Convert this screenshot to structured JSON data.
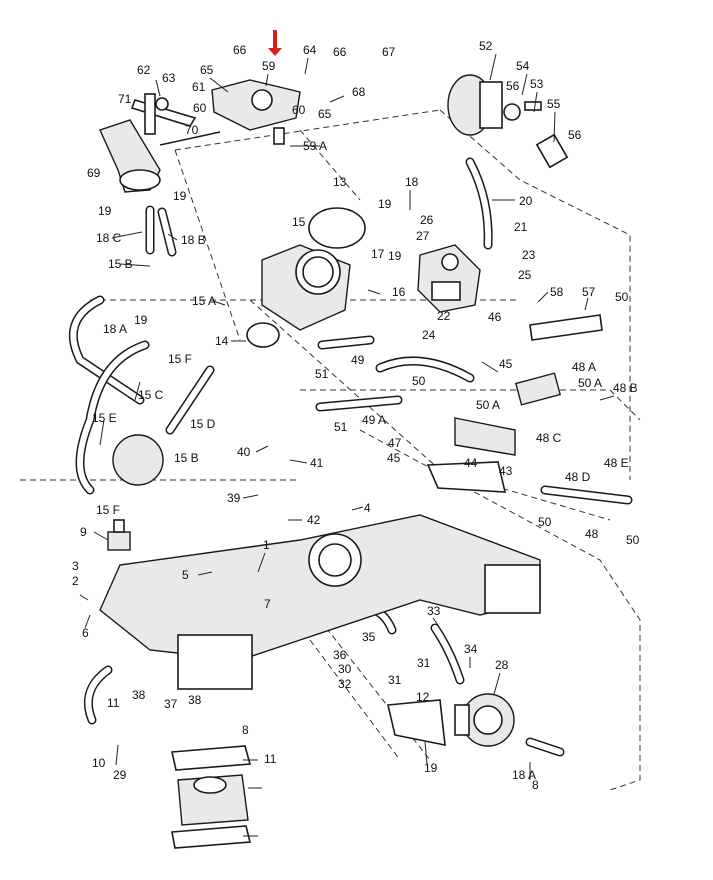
{
  "diagram": {
    "highlight_color": "#d61f1f",
    "line_color": "#1a1a1a",
    "callouts": [
      "62",
      "63",
      "65",
      "66",
      "59",
      "64",
      "66",
      "67",
      "52",
      "54",
      "53",
      "56",
      "55",
      "56",
      "71",
      "61",
      "60",
      "60",
      "70",
      "65",
      "68",
      "59 A",
      "69",
      "19",
      "19",
      "13",
      "18",
      "20",
      "19",
      "26",
      "27",
      "21",
      "19",
      "23",
      "25",
      "18 C",
      "18 B",
      "15",
      "15 B",
      "17",
      "16",
      "22",
      "18 A",
      "19",
      "15 A",
      "58",
      "57",
      "50",
      "24",
      "46",
      "14",
      "15 F",
      "49",
      "51",
      "45",
      "48 A",
      "50 A",
      "15 C",
      "50",
      "48 B",
      "15 E",
      "15 D",
      "51",
      "49 A",
      "50 A",
      "48 C",
      "47",
      "15 B",
      "40",
      "41",
      "45",
      "44",
      "43",
      "48 E",
      "48 D",
      "39",
      "4",
      "15 F",
      "42",
      "50",
      "48",
      "50",
      "9",
      "1",
      "3",
      "2",
      "5",
      "6",
      "7",
      "36",
      "35",
      "33",
      "34",
      "28",
      "30",
      "31",
      "32",
      "31",
      "12",
      "11",
      "38",
      "37",
      "38",
      "8",
      "11",
      "10",
      "29",
      "19",
      "18 A",
      "8"
    ]
  }
}
